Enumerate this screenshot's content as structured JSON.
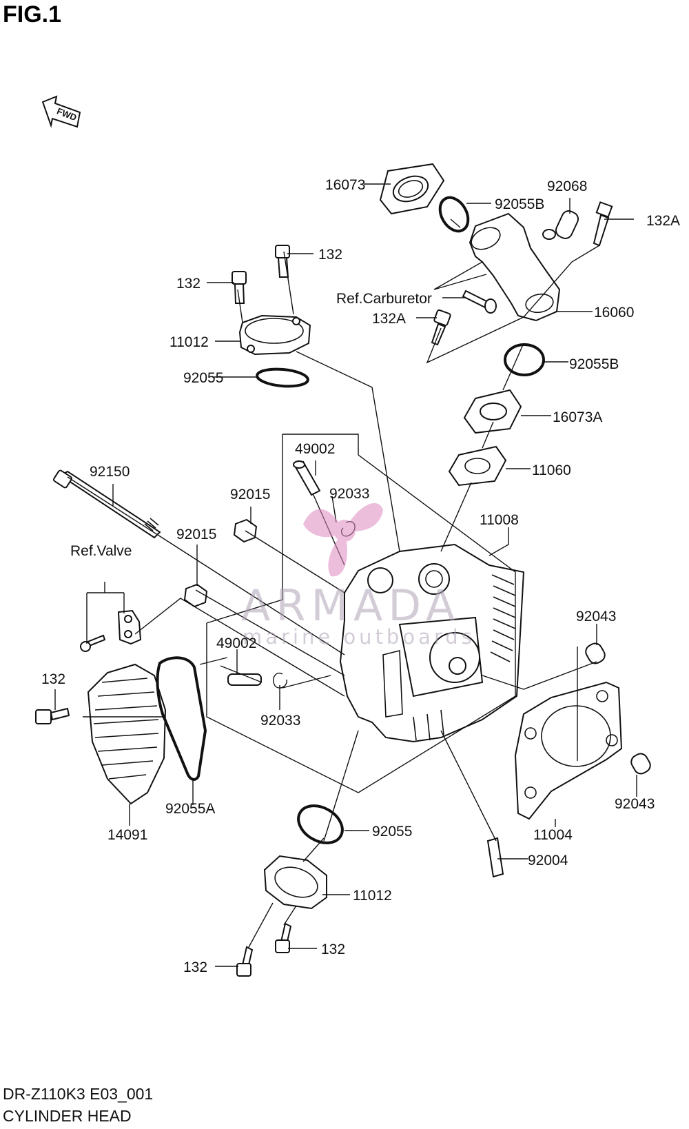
{
  "figure": {
    "title": "FIG.1",
    "fwd_label": "FWD",
    "model_code": "DR-Z110K3 E03_001",
    "assembly_name": "CYLINDER HEAD"
  },
  "watermark": {
    "brand": "ARMADA",
    "tagline": "marine outboards",
    "color": "#e089c0"
  },
  "callouts": [
    {
      "id": "c16073",
      "text": "16073"
    },
    {
      "id": "c92055B_top",
      "text": "92055B"
    },
    {
      "id": "c92068",
      "text": "92068"
    },
    {
      "id": "c132A_right",
      "text": "132A"
    },
    {
      "id": "c132_top",
      "text": "132"
    },
    {
      "id": "c132_left",
      "text": "132"
    },
    {
      "id": "cRefCarb",
      "text": "Ref.Carburetor"
    },
    {
      "id": "c132A_mid",
      "text": "132A"
    },
    {
      "id": "c16060",
      "text": "16060"
    },
    {
      "id": "c11012_top",
      "text": "11012"
    },
    {
      "id": "c92055B_mid",
      "text": "92055B"
    },
    {
      "id": "c92055_top",
      "text": "92055"
    },
    {
      "id": "c16073A",
      "text": "16073A"
    },
    {
      "id": "c49002_top",
      "text": "49002"
    },
    {
      "id": "c11060",
      "text": "11060"
    },
    {
      "id": "c92150",
      "text": "92150"
    },
    {
      "id": "c92033_top",
      "text": "92033"
    },
    {
      "id": "c92015_upper",
      "text": "92015"
    },
    {
      "id": "c11008",
      "text": "11008"
    },
    {
      "id": "c92015_lower",
      "text": "92015"
    },
    {
      "id": "cRefValve",
      "text": "Ref.Valve"
    },
    {
      "id": "c92043_top",
      "text": "92043"
    },
    {
      "id": "c49002_low",
      "text": "49002"
    },
    {
      "id": "c132_side",
      "text": "132"
    },
    {
      "id": "c92033_low",
      "text": "92033"
    },
    {
      "id": "c92043_low",
      "text": "92043"
    },
    {
      "id": "c92055A",
      "text": "92055A"
    },
    {
      "id": "c14091",
      "text": "14091"
    },
    {
      "id": "c11004",
      "text": "11004"
    },
    {
      "id": "c92055_low",
      "text": "92055"
    },
    {
      "id": "c92004",
      "text": "92004"
    },
    {
      "id": "c11012_low",
      "text": "11012"
    },
    {
      "id": "c132_bottom_r",
      "text": "132"
    },
    {
      "id": "c132_bottom_l",
      "text": "132"
    }
  ]
}
